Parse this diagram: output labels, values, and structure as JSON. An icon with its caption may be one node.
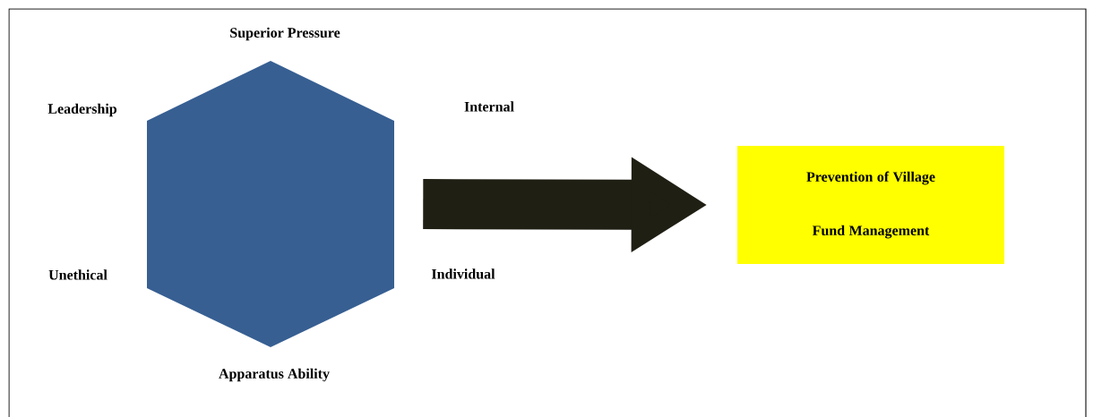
{
  "diagram": {
    "nodes": [
      {
        "text": [],
        "shape": "hexagon"
      },
      {
        "text": [
          "Prevention of Village Fund Management"
        ]
      }
    ],
    "edges": [
      {
        "from": 0,
        "to": 1,
        "arrow": "to",
        "color": "#201f14"
      }
    ],
    "labels": [
      "Superior Pressure",
      "Leadership",
      "Internal",
      "Unethical",
      "Individual",
      "Apparatus Ability"
    ]
  }
}
